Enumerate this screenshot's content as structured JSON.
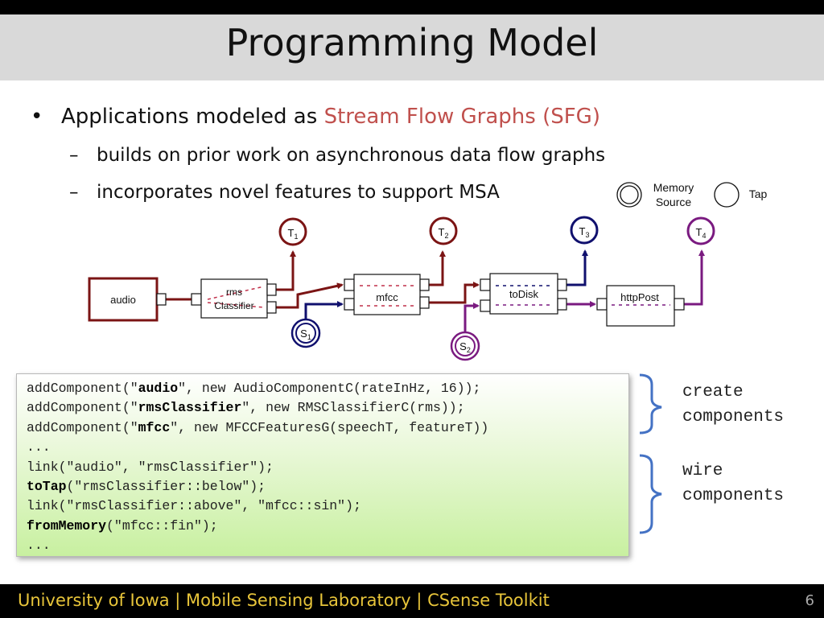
{
  "slide": {
    "title": "Programming Model",
    "bullet1_prefix": "Applications modeled as ",
    "bullet1_highlight": "Stream Flow Graphs (SFG)",
    "sub1": "builds on prior work on asynchronous data flow graphs",
    "sub2": "incorporates novel features to support MSA",
    "bullet_glyph": "•",
    "dash_glyph": "–",
    "highlight_color": "#c0504d"
  },
  "legend": {
    "memory_source_line1": "Memory",
    "memory_source_line2": "Source",
    "tap": "Tap"
  },
  "diagram": {
    "components": {
      "audio": "audio",
      "rms_line1": "rms",
      "rms_line2": "Classifier",
      "mfcc": "mfcc",
      "todisk": "toDisk",
      "httppost": "httpPost"
    },
    "taps": [
      {
        "letter": "T",
        "sub": "1"
      },
      {
        "letter": "T",
        "sub": "2"
      },
      {
        "letter": "T",
        "sub": "3"
      },
      {
        "letter": "T",
        "sub": "4"
      }
    ],
    "sources": [
      {
        "letter": "S",
        "sub": "1"
      },
      {
        "letter": "S",
        "sub": "2"
      }
    ],
    "colors": {
      "red": "#7b1414",
      "blue": "#10106e",
      "purple": "#7a1a80",
      "dashed": "#c0304a"
    }
  },
  "code": {
    "line1_pre": "addComponent(\"",
    "line1_bold": "audio",
    "line1_post": "\", new AudioComponentC(rateInHz, 16));",
    "line2_pre": "addComponent(\"",
    "line2_bold": "rmsClassifier",
    "line2_post": "\", new RMSClassifierC(rms));",
    "line3_pre": "addComponent(\"",
    "line3_bold": "mfcc",
    "line3_post": "\", new MFCCFeaturesG(speechT, featureT))",
    "line4": "...",
    "line5": "link(\"audio\", \"rmsClassifier\");",
    "line6_bold": "toTap",
    "line6_post": "(\"rmsClassifier::below\");",
    "line7": "link(\"rmsClassifier::above\", \"mfcc::sin\");",
    "line8_bold": "fromMemory",
    "line8_post": "(\"mfcc::fin\");",
    "line9": "..."
  },
  "annotations": {
    "create": "create\ncomponents",
    "wire": "wire\ncomponents"
  },
  "footer": {
    "text": "University of Iowa | Mobile Sensing Laboratory | CSense Toolkit",
    "page": "6"
  }
}
